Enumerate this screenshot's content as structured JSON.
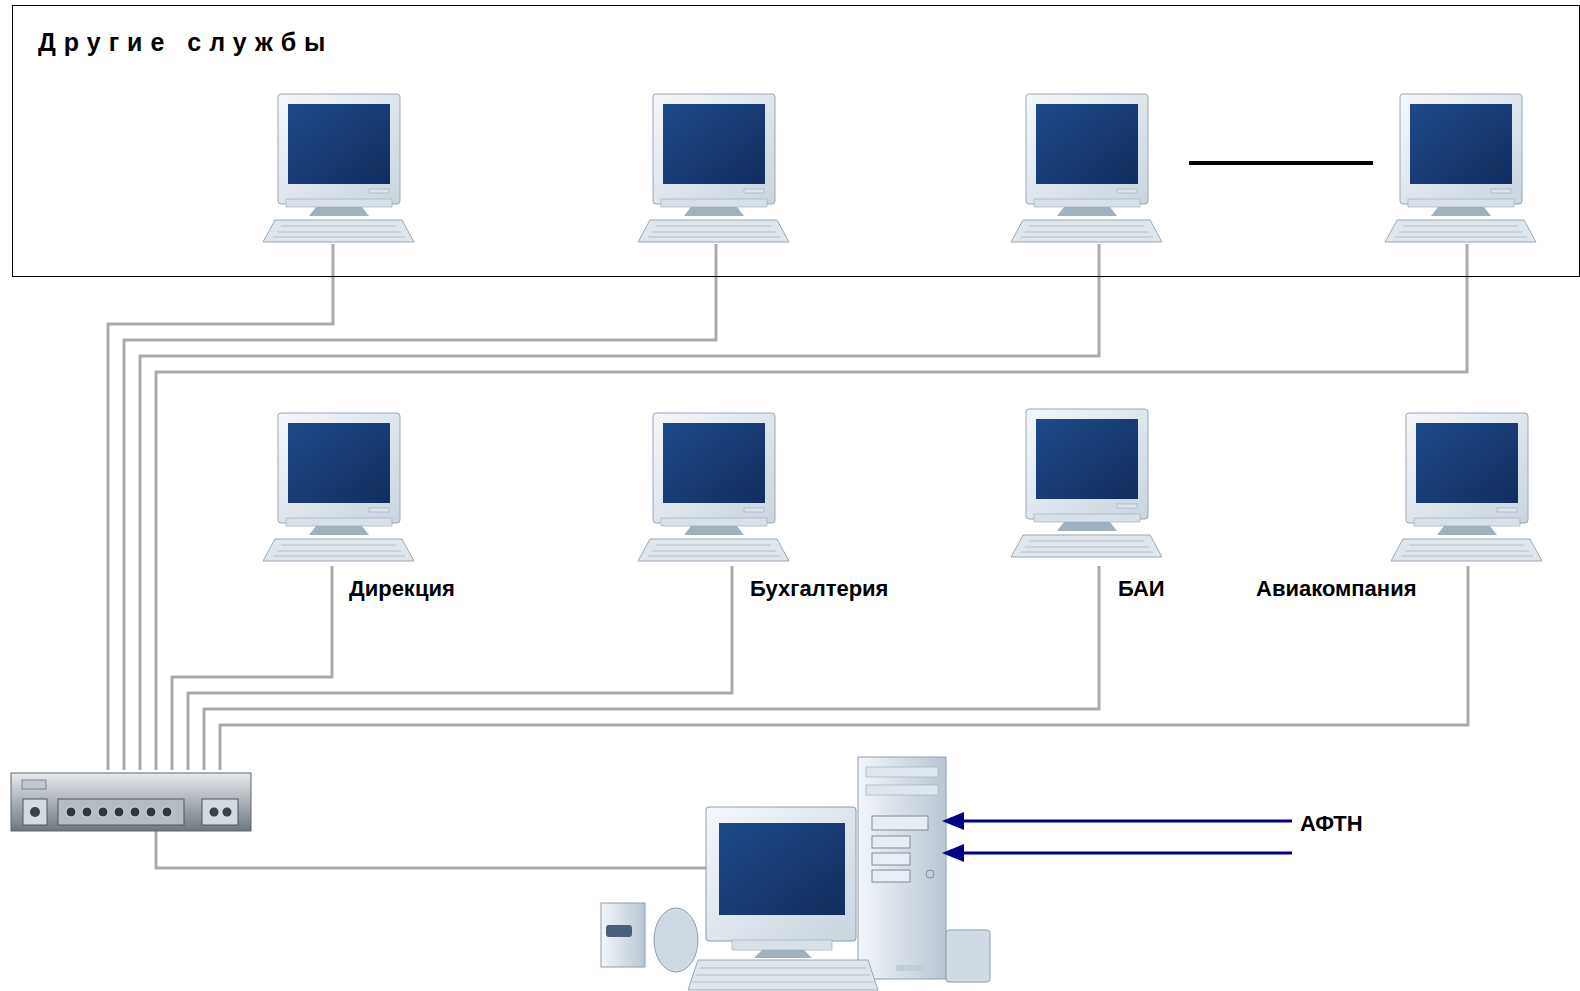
{
  "diagram": {
    "nodes": [
      {
        "text": [
          "Другие службы"
        ]
      },
      {
        "text": [
          "Дирекция"
        ]
      },
      {
        "text": [
          "Бухгалтерия"
        ]
      },
      {
        "text": [
          "БАИ"
        ]
      },
      {
        "text": [
          "Авиакомпания"
        ]
      }
    ],
    "labels": [
      "АФТН"
    ]
  }
}
